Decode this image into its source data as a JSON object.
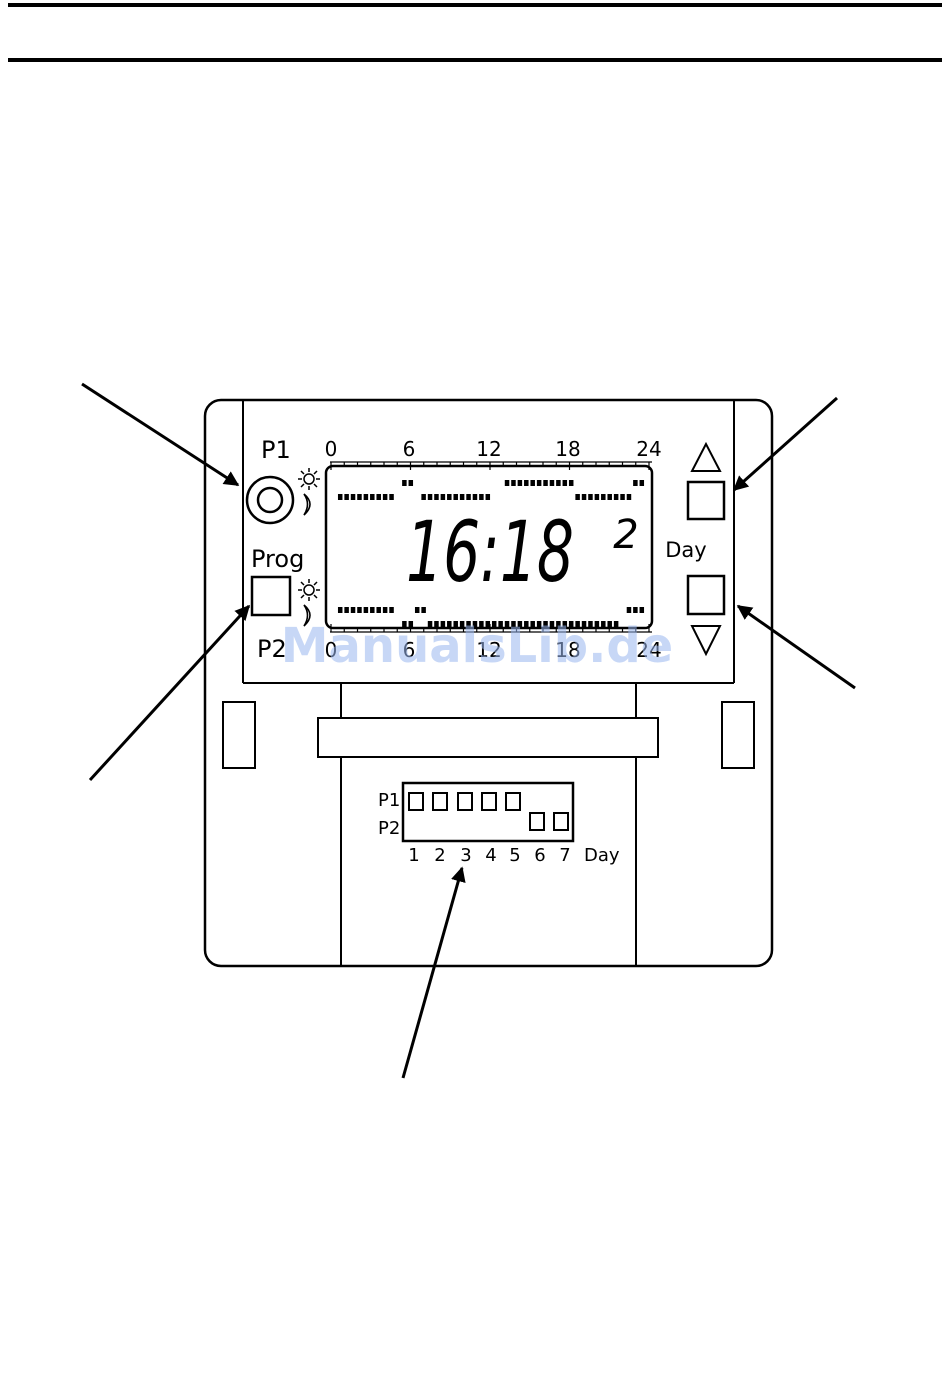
{
  "device": {
    "p1_label": "P1",
    "p2_label": "P2",
    "prog_label": "Prog",
    "day_label": "Day",
    "time": "16:18",
    "day_number": "2",
    "top_scale": [
      "0",
      "6",
      "12",
      "18",
      "24"
    ],
    "bottom_scale": [
      "0",
      "6",
      "12",
      "18",
      "24"
    ]
  },
  "selector": {
    "row_labels": [
      "P1",
      "P2"
    ],
    "day_numbers": [
      "1",
      "2",
      "3",
      "4",
      "5",
      "6",
      "7"
    ],
    "day_label": "Day"
  },
  "watermark": "ManualsLib.de",
  "colors": {
    "line": "#000000",
    "watermark": "#9bb8f0"
  }
}
